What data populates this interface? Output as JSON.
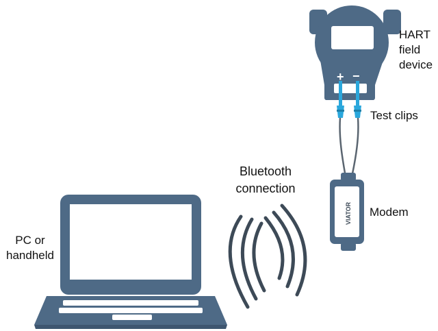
{
  "colors": {
    "device": "#4e6a86",
    "screen": "#ffffff",
    "clip": "#2aa7dc",
    "wire": "#5a6570",
    "waves": "#3d4a57",
    "text": "#111111"
  },
  "labels": {
    "hart_device": [
      "HART",
      "field",
      "device"
    ],
    "test_clips": "Test clips",
    "bluetooth": [
      "Bluetooth",
      "connection"
    ],
    "modem": "Modem",
    "pc": [
      "PC or",
      "handheld"
    ],
    "plus_terminal": "+",
    "minus_terminal": "−",
    "modem_brand": "VIATOR"
  },
  "icons": [
    "hart-field-device-icon",
    "test-clip-icon",
    "modem-icon",
    "laptop-icon",
    "bluetooth-wave-icon"
  ]
}
